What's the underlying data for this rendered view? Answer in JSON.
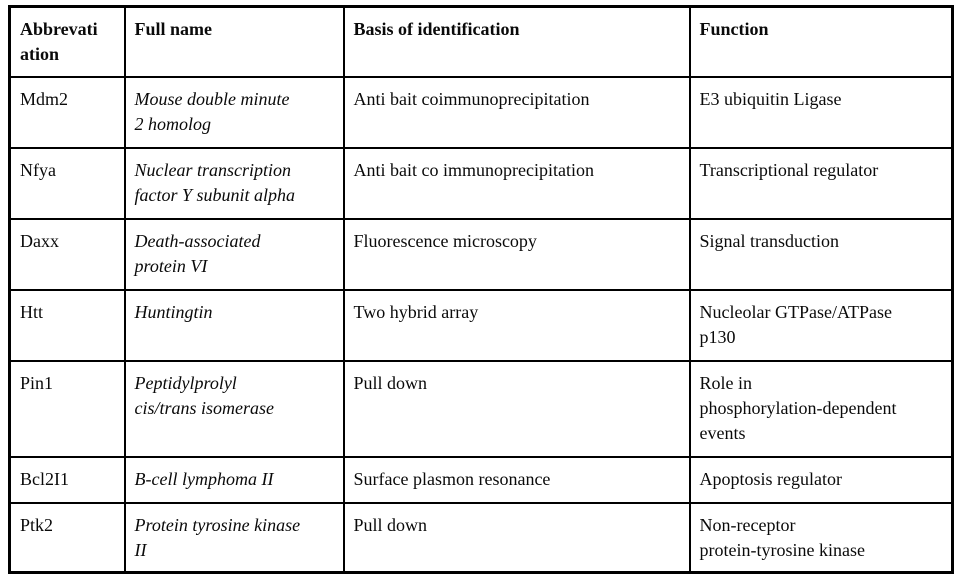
{
  "styles": {
    "border_color": "#000000",
    "text_color": "#0a0a0a",
    "background": "#ffffff"
  },
  "table": {
    "columns": [
      "Abbrevati\nation",
      "Full name",
      "Basis of identification",
      "Function"
    ],
    "rows": [
      {
        "cells": [
          "Mdm2",
          "Mouse double minute\n2 homolog",
          "Anti bait coimmunoprecipitation",
          "E3 ubiquitin Ligase"
        ]
      },
      {
        "cells": [
          "Nfya",
          "Nuclear transcription\nfactor Y subunit alpha",
          "Anti bait co immunoprecipitation",
          "Transcriptional regulator"
        ]
      },
      {
        "cells": [
          "Daxx",
          "Death-associated\nprotein VI",
          "Fluorescence microscopy",
          "Signal transduction"
        ]
      },
      {
        "cells": [
          "Htt",
          "Huntingtin",
          "Two hybrid array",
          "Nucleolar GTPase/ATPase\np130"
        ]
      },
      {
        "cells": [
          "Pin1",
          "Peptidylprolyl\ncis/trans isomerase",
          "Pull down",
          "Role in\nphosphorylation-dependent\nevents"
        ]
      },
      {
        "cells": [
          "Bcl2I1",
          "B-cell lymphoma II",
          "Surface plasmon resonance",
          "Apoptosis regulator"
        ]
      },
      {
        "cells": [
          "Ptk2",
          "Protein tyrosine kinase\nII",
          "Pull down",
          "Non-receptor\nprotein-tyrosine kinase"
        ]
      }
    ]
  }
}
